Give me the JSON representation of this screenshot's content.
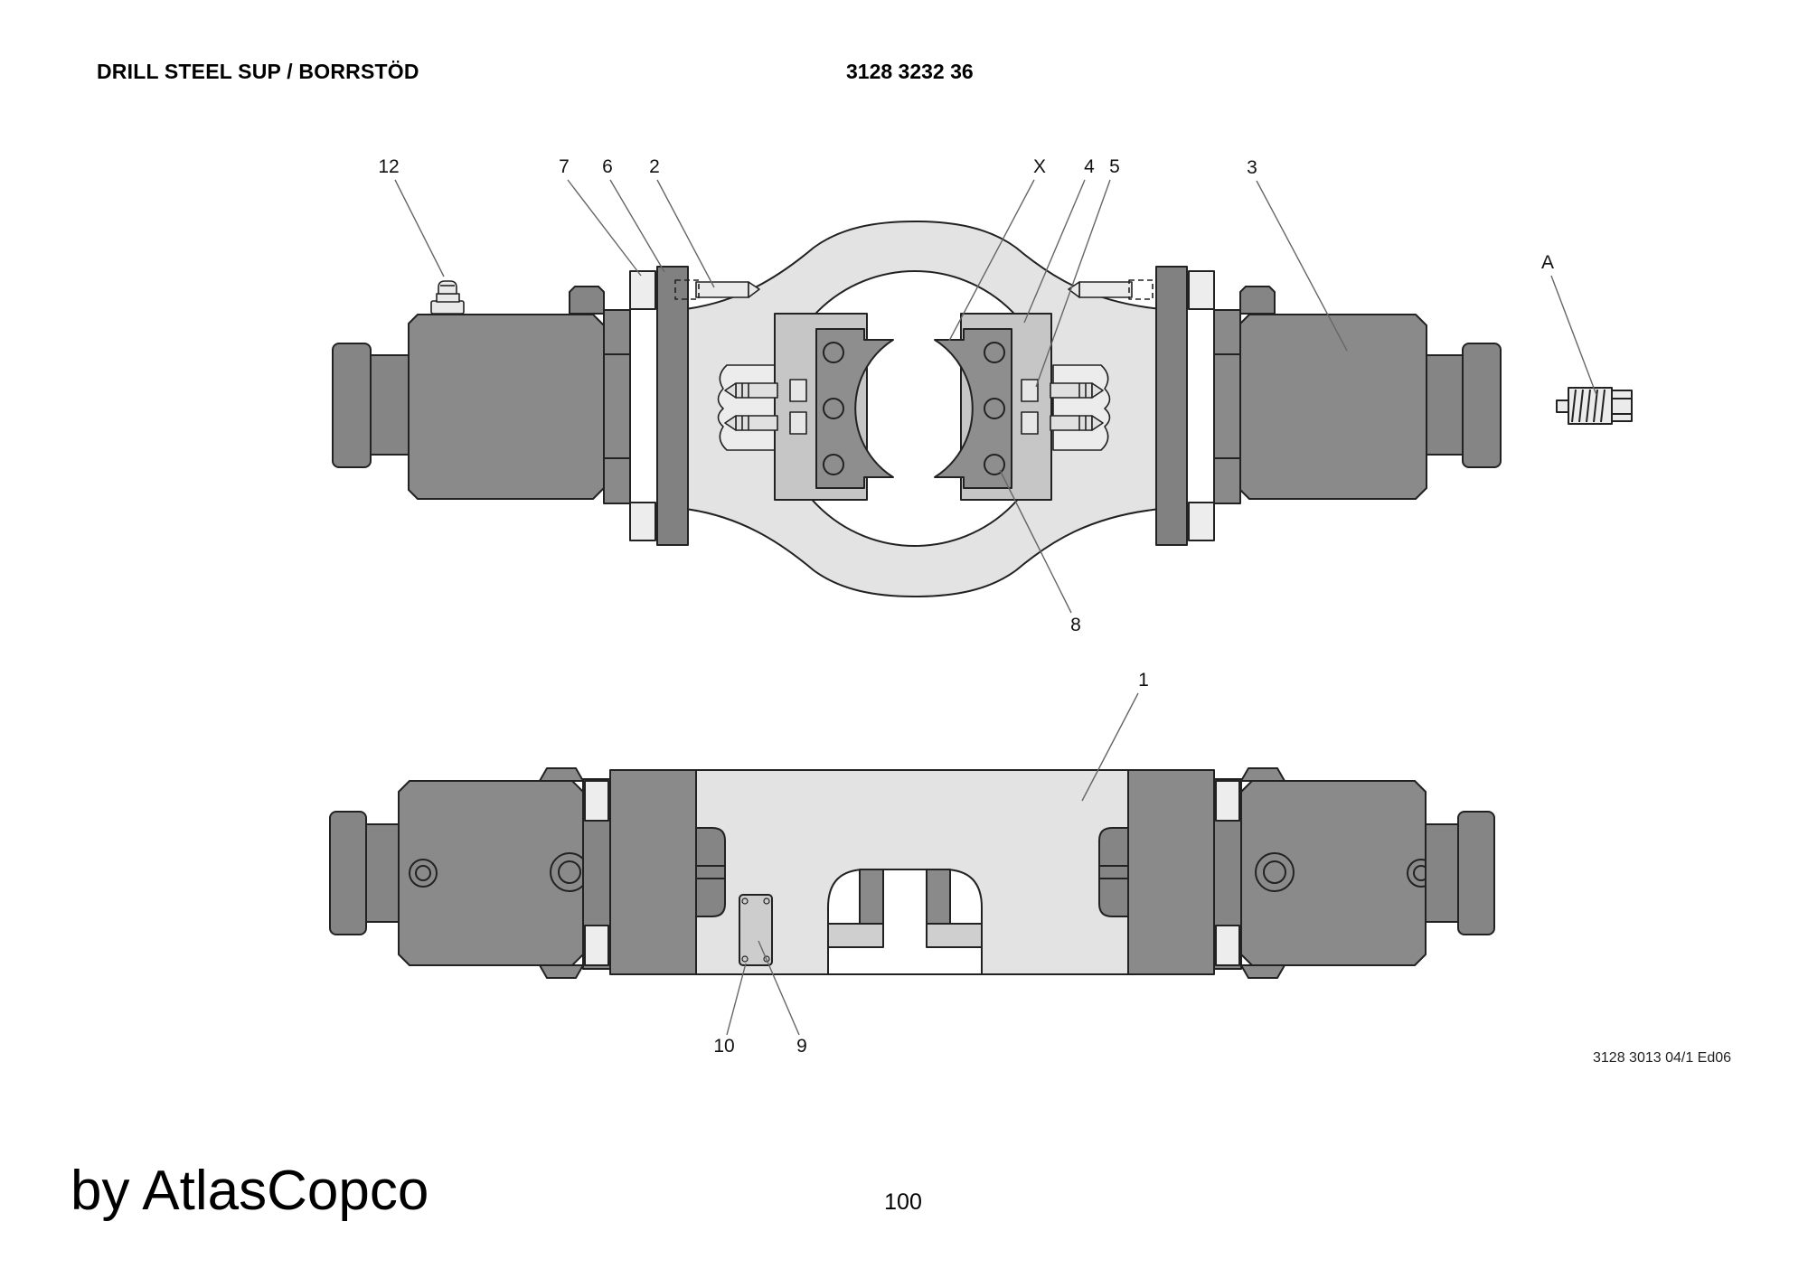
{
  "header": {
    "title": "DRILL STEEL SUP / BORRSTÖD",
    "part_number": "3128 3232 36"
  },
  "callouts": {
    "c12": "12",
    "c7": "7",
    "c6": "6",
    "c2": "2",
    "cX": "X",
    "c4": "4",
    "c5": "5",
    "c3": "3",
    "cA": "A",
    "c8": "8",
    "c1": "1",
    "c10": "10",
    "c9": "9"
  },
  "footer": {
    "doc_ref": "3128 3013 04/1 Ed06",
    "brand": "by AtlasCopco",
    "page_number": "100"
  },
  "colors": {
    "part_dark": "#858585",
    "part_body": "#8a8a8a",
    "part_medium": "#c6c6c6",
    "part_light": "#e3e3e3",
    "fitting_light": "#ebebeb",
    "outline": "#222222",
    "leader": "#666666"
  }
}
